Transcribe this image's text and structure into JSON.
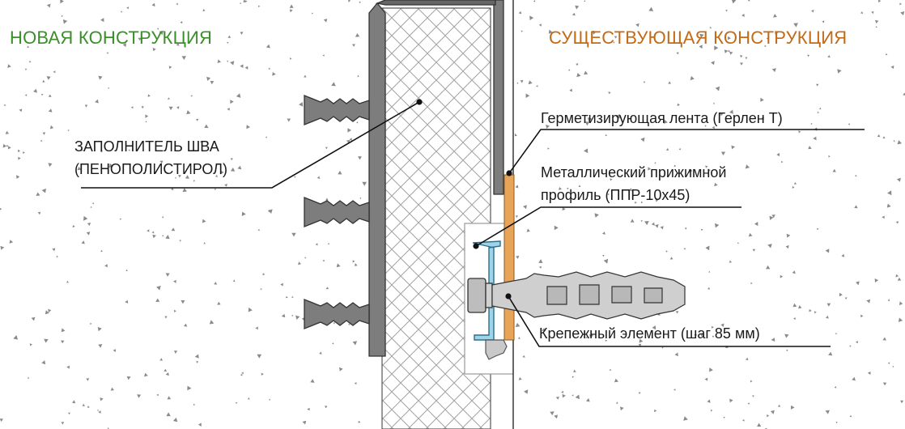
{
  "zones": {
    "new": {
      "title": "НОВАЯ КОНСТРУКЦИЯ",
      "color": "#3a8f2a"
    },
    "existing": {
      "title": "СУЩЕСТВУЮЩАЯ КОНСТРУКЦИЯ",
      "color": "#c26a15"
    }
  },
  "callouts": {
    "filler": {
      "line1": "ЗАПОЛНИТЕЛЬ ШВА",
      "line2": "(ПЕНОПОЛИСТИРОЛ)"
    },
    "tape": {
      "text": "Герметизирующая лента (Герлен Т)"
    },
    "profile": {
      "line1": "Металлический прижимной",
      "line2": "профиль (ППР-10х45)"
    },
    "fastener": {
      "text": "Крепежный элемент (шаг 85 мм)"
    }
  },
  "colors": {
    "concrete_speckle": "#8a8a8a",
    "profile_gray": "#7d7d7d",
    "insulation_hatch": "#9a9a9a",
    "tape": "#e8a55a",
    "metal_profile": "#9fd3e8",
    "dowel": "#c8c8c8",
    "leader": "#111111"
  }
}
